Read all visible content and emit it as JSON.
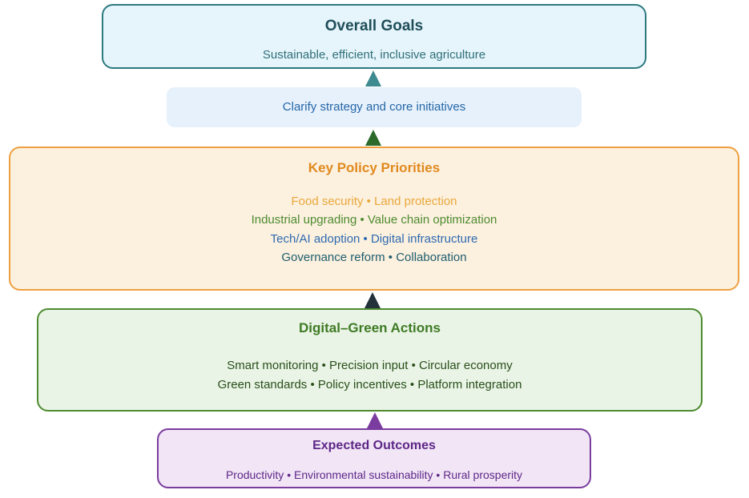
{
  "goals": {
    "title": "Overall Goals",
    "subtitle": "Sustainable, efficient, inclusive agriculture"
  },
  "strategy": {
    "text": "Clarify strategy and core initiatives"
  },
  "priorities": {
    "title": "Key Policy Priorities",
    "lines": [
      "Food security • Land protection",
      "Industrial upgrading • Value chain optimization",
      "Tech/AI adoption • Digital infrastructure",
      "Governance reform • Collaboration"
    ]
  },
  "actions": {
    "title": "Digital–Green Actions",
    "lines": [
      "Smart monitoring • Precision input • Circular economy",
      "Green standards • Policy incentives • Platform integration"
    ]
  },
  "outcomes": {
    "title": "Expected Outcomes",
    "subtitle": "Productivity • Environmental sustainability • Rural prosperity"
  },
  "colors": {
    "goals": "#2d7a80",
    "priorities": "#eea040",
    "actions": "#4d8b2f",
    "outcomes": "#7a3c9e"
  }
}
